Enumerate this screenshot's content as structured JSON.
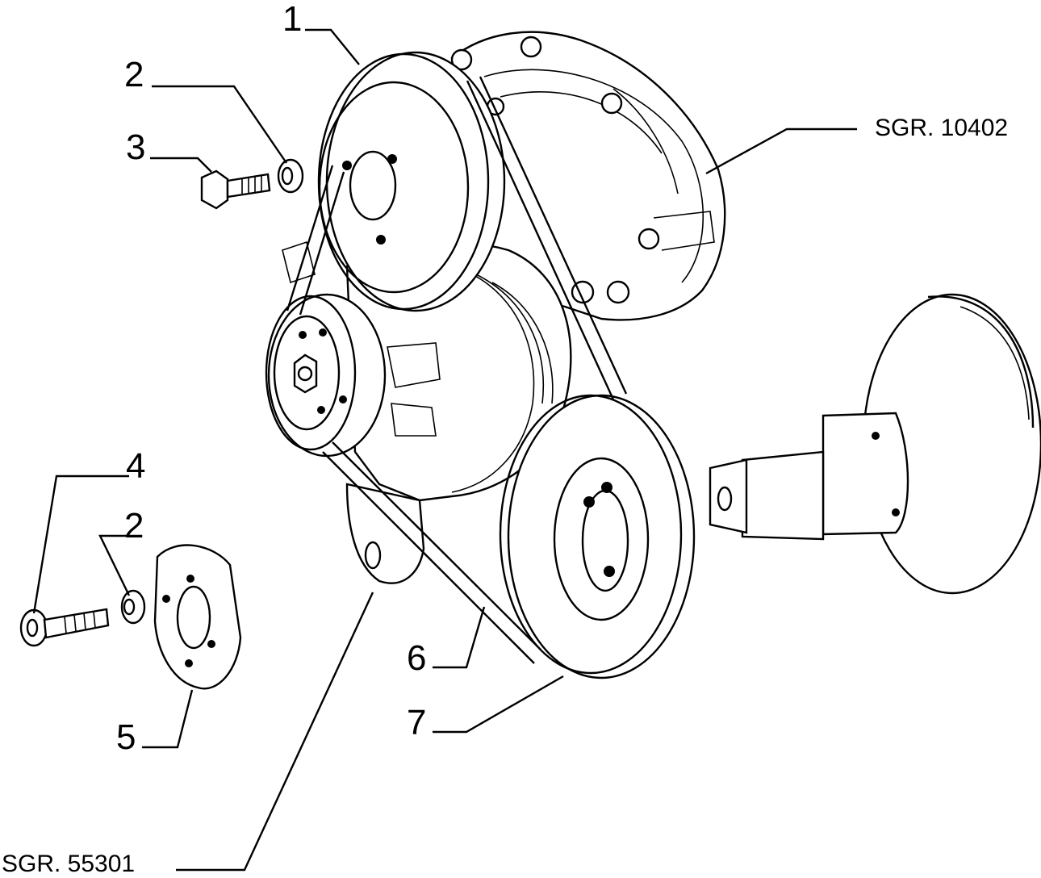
{
  "callouts": {
    "c1": "1",
    "c2a": "2",
    "c3": "3",
    "c4": "4",
    "c2b": "2",
    "c5": "5",
    "c6": "6",
    "c7": "7"
  },
  "references": {
    "upper": "SGR. 10402",
    "lower": "SGR. 55301"
  }
}
